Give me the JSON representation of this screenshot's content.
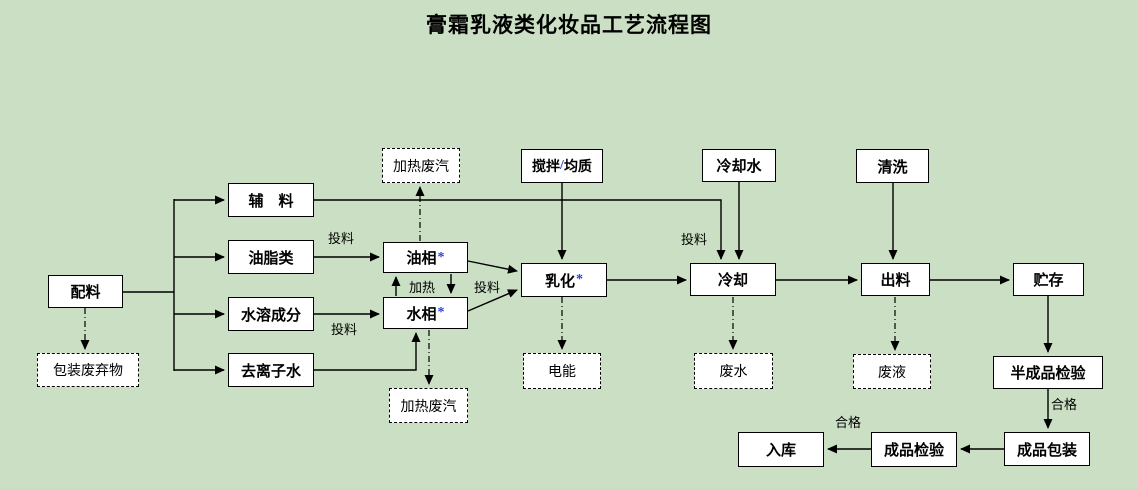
{
  "title": "膏霜乳液类化妆品工艺流程图",
  "colors": {
    "background": "#cbdfc4",
    "box_fill": "#ffffff",
    "line": "#000000",
    "accent_star": "#2b3fd0"
  },
  "nodes": {
    "peiliao": {
      "label": "配料"
    },
    "fuliao": {
      "label": "辅　料"
    },
    "youzhilei": {
      "label": "油脂类"
    },
    "shuirongchengfen": {
      "label": "水溶成分"
    },
    "qulizishui": {
      "label": "去离子水"
    },
    "youxiang": {
      "label": "油相",
      "star": "*"
    },
    "shuixiang": {
      "label": "水相",
      "star": "*"
    },
    "jiaoban": {
      "label": "搅拌",
      "slash": "/",
      "label2": "均质"
    },
    "ruhua": {
      "label": "乳化",
      "star": "*"
    },
    "lengqueshui": {
      "label": "冷却水"
    },
    "lengque": {
      "label": "冷却"
    },
    "qingxi": {
      "label": "清洗"
    },
    "chuliao": {
      "label": "出料"
    },
    "zhucun": {
      "label": "贮存"
    },
    "banchengpinjianyan": {
      "label": "半成品检验"
    },
    "chengpinbaozhuang": {
      "label": "成品包装"
    },
    "chengpinjianyan": {
      "label": "成品检验"
    },
    "ruku": {
      "label": "入库"
    },
    "baozhuangfeiqiwu": {
      "label": "包装废弃物"
    },
    "jiarefeiqi_top": {
      "label": "加热废汽"
    },
    "jiarefeiqi_bottom": {
      "label": "加热废汽"
    },
    "dianneng": {
      "label": "电能"
    },
    "feishui": {
      "label": "废水"
    },
    "feiye": {
      "label": "废液"
    }
  },
  "edge_labels": {
    "touliao_youxiang": "投料",
    "touliao_shuixiang": "投料",
    "jiare": "加热",
    "touliao_ruhua": "投料",
    "touliao_lengque": "投料",
    "hege_baozhuang": "合格",
    "hege_ruku": "合格"
  }
}
